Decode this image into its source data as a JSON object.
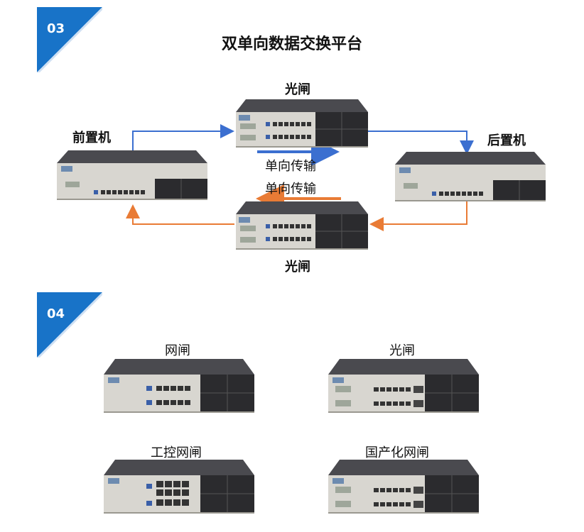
{
  "section3": {
    "badge": "03",
    "title": "双单向数据交换平台",
    "devices": {
      "gap_top": "光闸",
      "front": "前置机",
      "rear": "后置机",
      "gap_bottom": "光闸"
    },
    "arrows": {
      "forward": "单向传输",
      "backward": "单向传输"
    },
    "colors": {
      "forward": "#3b6fd0",
      "backward": "#e97b35",
      "badge": "#1873c8"
    }
  },
  "section4": {
    "badge": "04",
    "products": [
      {
        "label": "网闸"
      },
      {
        "label": "光闸"
      },
      {
        "label": "工控网闸"
      },
      {
        "label": "国产化网闸"
      }
    ]
  }
}
